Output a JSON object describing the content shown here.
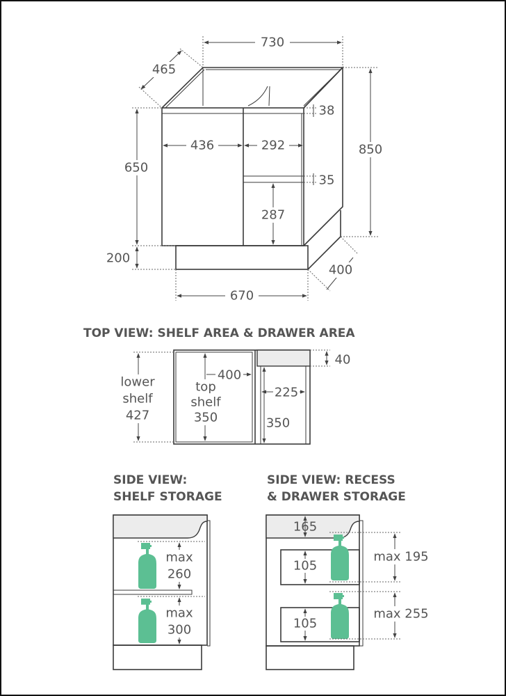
{
  "main_view": {
    "width_top": "730",
    "depth_top": "465",
    "height_total": "850",
    "height_body": "650",
    "height_plinth": "200",
    "width_plinth": "670",
    "depth_plinth": "400",
    "door_width": "436",
    "drawer_width": "292",
    "top_rail": "38",
    "drawer_rail": "35",
    "drawer_height": "287"
  },
  "top_view": {
    "title": "TOP VIEW: SHELF AREA & DRAWER AREA",
    "lower_shelf_line1": "lower",
    "lower_shelf_line2": "shelf",
    "lower_shelf_value": "427",
    "top_shelf_line1": "top",
    "top_shelf_line2": "shelf",
    "top_shelf_value": "350",
    "shelf_width": "400",
    "recess_depth": "40",
    "drawer_width": "225",
    "drawer_depth": "350"
  },
  "side_shelf": {
    "title_line1": "SIDE VIEW:",
    "title_line2": "SHELF STORAGE",
    "upper_label": "max",
    "upper_value": "260",
    "lower_label": "max",
    "lower_value": "300"
  },
  "side_drawer": {
    "title_line1": "SIDE VIEW: RECESS",
    "title_line2": "& DRAWER STORAGE",
    "recess": "165",
    "drawer1_height": "105",
    "drawer2_height": "105",
    "upper_max": "max 195",
    "lower_max": "max 255"
  },
  "colors": {
    "line": "#3a3a3a",
    "text": "#555555",
    "bottle": "#5cbf93"
  }
}
